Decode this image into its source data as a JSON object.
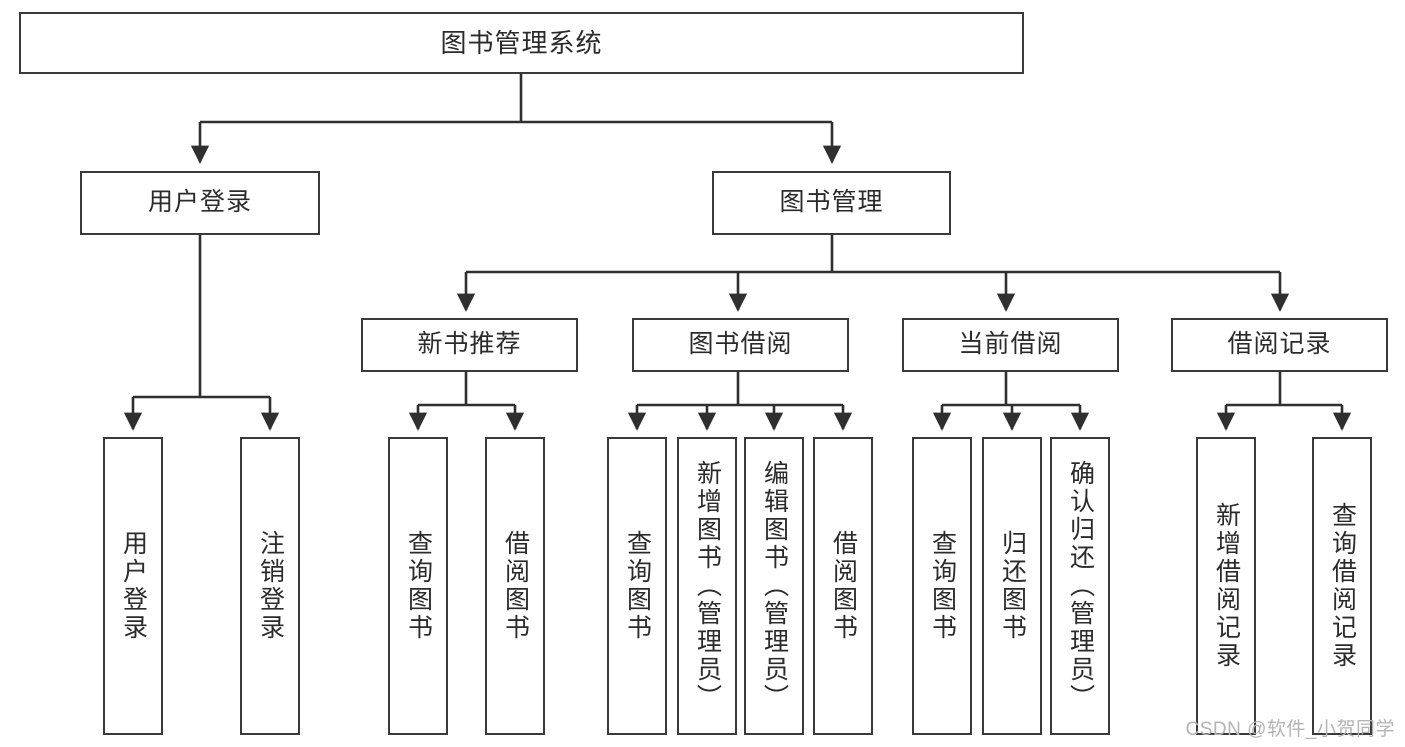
{
  "diagram": {
    "title": "图书管理系统",
    "type": "functional-structure-tree",
    "root": {
      "label": "图书管理系统"
    },
    "level2": [
      {
        "label": "用户登录"
      },
      {
        "label": "图书管理"
      }
    ],
    "level3": [
      {
        "label": "新书推荐"
      },
      {
        "label": "图书借阅"
      },
      {
        "label": "当前借阅"
      },
      {
        "label": "借阅记录"
      }
    ],
    "leaves": {
      "user_login": [
        {
          "label": "用户登录"
        },
        {
          "label": "注销登录"
        }
      ],
      "new_book": [
        {
          "label": "查询图书"
        },
        {
          "label": "借阅图书"
        }
      ],
      "book_borrow": [
        {
          "label": "查询图书"
        },
        {
          "label": "新增图书（管理员）"
        },
        {
          "label": "编辑图书（管理员）"
        },
        {
          "label": "借阅图书"
        }
      ],
      "current_borrow": [
        {
          "label": "查询图书"
        },
        {
          "label": "归还图书"
        },
        {
          "label": "确认归还（管理员）"
        }
      ],
      "borrow_record": [
        {
          "label": "新增借阅记录"
        },
        {
          "label": "查询借阅记录"
        }
      ]
    }
  },
  "watermark": {
    "text": "CSDN @软件_小贺同学"
  },
  "colors": {
    "border": "#3a3a3a",
    "text": "#2b2b2b",
    "background": "#ffffff",
    "connector": "#2f2f2f",
    "watermark": "#b4b4b4"
  }
}
